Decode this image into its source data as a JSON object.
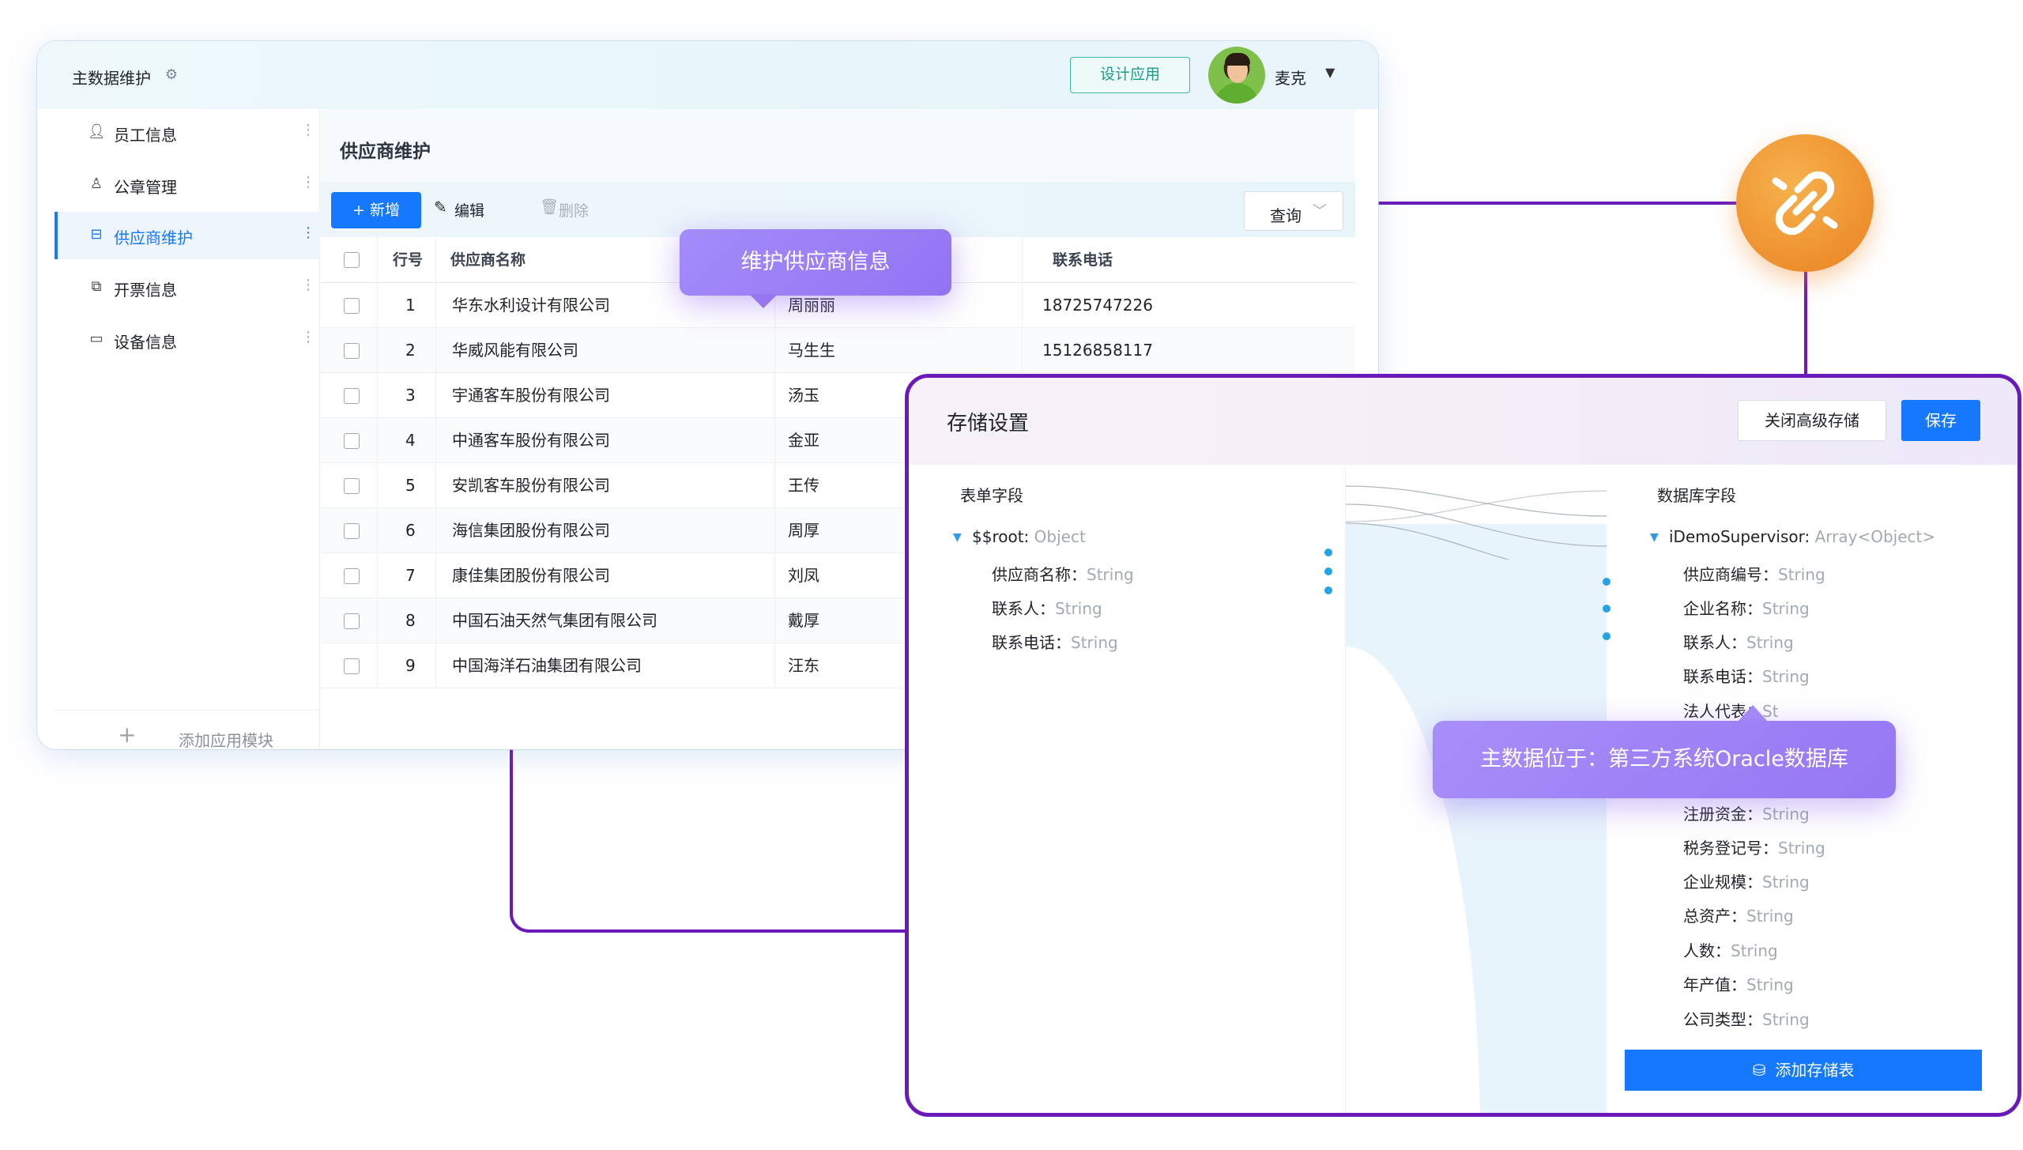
{
  "app": {
    "title": "主数据维护",
    "design_button": "设计应用",
    "user_name": "麦克",
    "user_caret": "▼"
  },
  "sidebar": {
    "items": [
      {
        "label": "员工信息",
        "icon": "user-icon"
      },
      {
        "label": "公章管理",
        "icon": "stamp-icon"
      },
      {
        "label": "供应商维护",
        "icon": "briefcase-icon",
        "active": true
      },
      {
        "label": "开票信息",
        "icon": "invoice-icon"
      },
      {
        "label": "设备信息",
        "icon": "device-icon"
      }
    ],
    "add_module": "添加应用模块"
  },
  "content": {
    "title": "供应商维护",
    "toolbar": {
      "new": "+ 新增",
      "edit": "编辑",
      "delete": "删除",
      "query": "查询"
    },
    "table": {
      "headers": [
        "行号",
        "供应商名称",
        "",
        "联系电话"
      ],
      "rows": [
        {
          "no": "1",
          "name": "华东水利设计有限公司",
          "contact": "周丽丽",
          "phone": "18725747226"
        },
        {
          "no": "2",
          "name": "华威风能有限公司",
          "contact": "马生生",
          "phone": "15126858117"
        },
        {
          "no": "3",
          "name": "宇通客车股份有限公司",
          "contact": "汤玉",
          "phone": ""
        },
        {
          "no": "4",
          "name": "中通客车股份有限公司",
          "contact": "金亚",
          "phone": ""
        },
        {
          "no": "5",
          "name": "安凯客车股份有限公司",
          "contact": "王传",
          "phone": ""
        },
        {
          "no": "6",
          "name": "海信集团股份有限公司",
          "contact": "周厚",
          "phone": ""
        },
        {
          "no": "7",
          "name": "康佳集团股份有限公司",
          "contact": "刘凤",
          "phone": ""
        },
        {
          "no": "8",
          "name": "中国石油天然气集团有限公司",
          "contact": "戴厚",
          "phone": ""
        },
        {
          "no": "9",
          "name": "中国海洋石油集团有限公司",
          "contact": "汪东",
          "phone": ""
        }
      ]
    }
  },
  "callouts": {
    "maintain": "维护供应商信息",
    "oracle": "主数据位于：第三方系统Oracle数据库"
  },
  "panel": {
    "title": "存储设置",
    "close_advanced": "关闭高级存储",
    "save": "保存",
    "form_fields_title": "表单字段",
    "db_fields_title": "数据库字段",
    "form_root": {
      "name": "$$root",
      "type": "Object"
    },
    "form_fields": [
      {
        "name": "供应商名称",
        "type": "String"
      },
      {
        "name": "联系人",
        "type": "String"
      },
      {
        "name": "联系电话",
        "type": "String"
      }
    ],
    "db_root": {
      "name": "iDemoSupervisor",
      "type": "Array<Object>"
    },
    "db_fields": [
      {
        "name": "供应商编号",
        "type": "String"
      },
      {
        "name": "企业名称",
        "type": "String"
      },
      {
        "name": "联系人",
        "type": "String"
      },
      {
        "name": "联系电话",
        "type": "String"
      },
      {
        "name": "法人代表",
        "type": "St"
      },
      {
        "name": "注册资金",
        "type": "String"
      },
      {
        "name": "税务登记号",
        "type": "String"
      },
      {
        "name": "企业规模",
        "type": "String"
      },
      {
        "name": "总资产",
        "type": "String"
      },
      {
        "name": "人数",
        "type": "String"
      },
      {
        "name": "年产值",
        "type": "String"
      },
      {
        "name": "公司类型",
        "type": "String"
      }
    ],
    "add_store": "添加存储表",
    "field_sep": "："
  },
  "colors": {
    "primary": "#1677ff",
    "connector": "#6a1ab8",
    "callout": "#9a7cf5",
    "link_circle": "#ee8f2e"
  }
}
